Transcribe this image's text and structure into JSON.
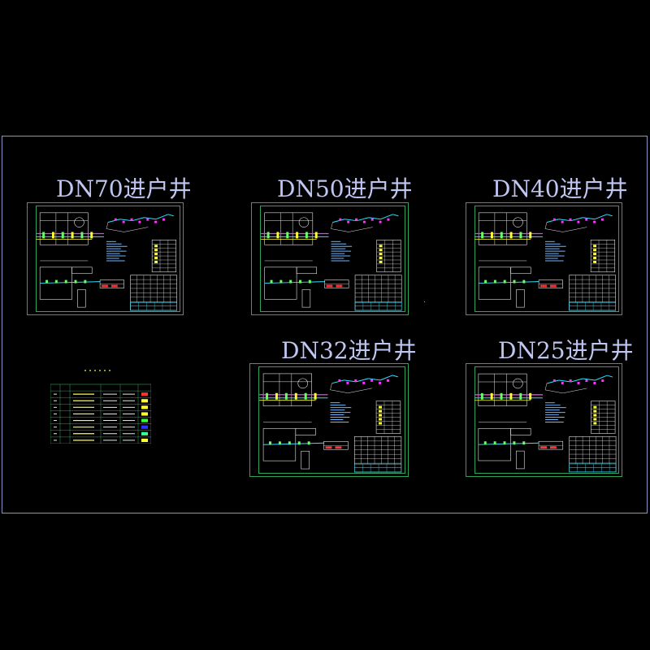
{
  "drawing": {
    "sheets": [
      {
        "title": "DN70进户井"
      },
      {
        "title": "DN50进户井"
      },
      {
        "title": "DN40进户井"
      },
      {
        "title": "DN32进户井"
      },
      {
        "title": "DN25进户井"
      }
    ],
    "legend": {
      "rows": 8
    },
    "colors": {
      "background": "#000000",
      "frame": "#8c93c8",
      "title": "#bfc6f2",
      "sheet_border": "#2fa35a",
      "line_white": "#e8e8e8",
      "pipe_cyan": "#33e0ff",
      "pipe_magenta": "#ff33ff",
      "pipe_yellow": "#ffff33",
      "note_text": "#6fb8ff",
      "table_red": "#ff3333"
    }
  }
}
